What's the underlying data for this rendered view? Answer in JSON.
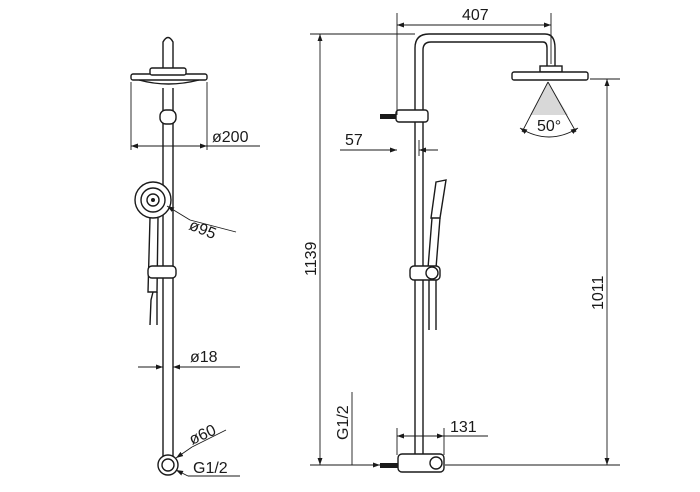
{
  "front_view": {
    "head_diameter": "ø200",
    "hand_shower_diameter": "ø95",
    "rail_diameter": "ø18",
    "mixer_diameter": "ø60",
    "thread": "G1/2"
  },
  "side_view": {
    "reach": "407",
    "wall_offset": "57",
    "total_height": "1139",
    "head_height": "1011",
    "spray_angle": "50°",
    "inlet_thread": "G1/2",
    "mixer_depth": "131"
  }
}
